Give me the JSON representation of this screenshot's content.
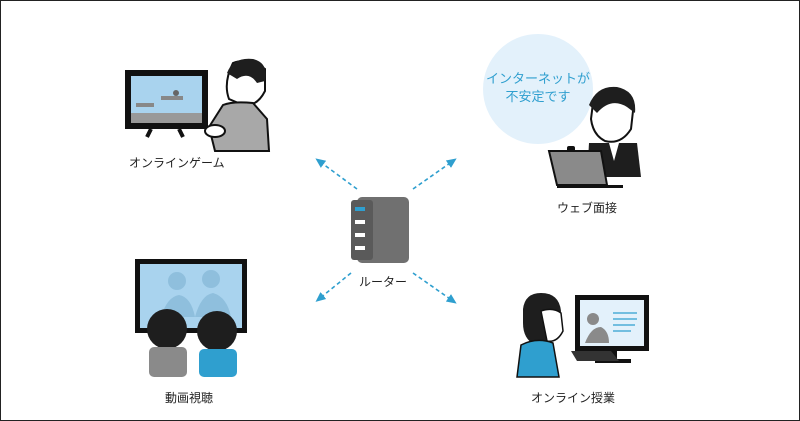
{
  "labels": {
    "online_game": "オンラインゲーム",
    "web_interview": "ウェブ面接",
    "video_viewing": "動画視聴",
    "online_class": "オンライン授業",
    "router": "ルーター"
  },
  "bubble": {
    "line1": "インターネットが",
    "line2": "不安定です"
  },
  "colors": {
    "arrow": "#2f9fcf",
    "bubble": "#e3f1fb",
    "screen_blue": "#a9d3ee",
    "router": "#707070",
    "router_led": "#2f9fcf",
    "shirt_blue": "#2f9fcf",
    "hair": "#1e1e1e"
  }
}
